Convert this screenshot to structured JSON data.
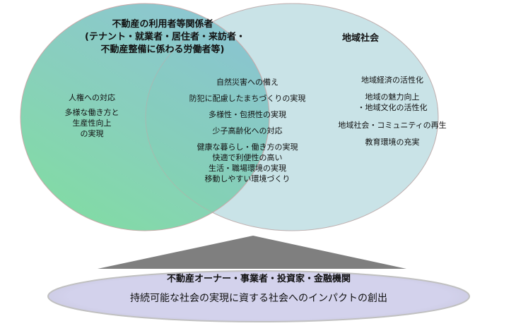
{
  "left_circle": {
    "title_lines": [
      "不動産の利用者等関係者",
      "(テナント・就業者・居住者・来訪者・",
      "不動産整備に係わる労働者等)"
    ],
    "items": [
      "人権への対応",
      "多様な働き方と",
      "生産性向上",
      "の実現"
    ]
  },
  "right_circle": {
    "title": "地域社会",
    "items": [
      "地域経済の活性化",
      "地域の魅力向上",
      "・地域文化の活性化",
      "地域社会・コミュニティの再生",
      "教育環境の充実"
    ]
  },
  "overlap": {
    "items": [
      "自然災害への備え",
      "防犯に配慮したまちづくりの実現",
      "多様性・包摂性の実現",
      "少子高齢化への対応",
      "健康な暮らし・働き方の実現",
      "快適で利便性の高い",
      "生活・職場環境の実現",
      "移動しやすい環境づくり"
    ]
  },
  "base": {
    "title": "不動産オーナー・事業者・投資家・金融機関",
    "subtitle": "持続可能な社会の実現に資する社会へのインパクトの創出"
  },
  "colors": {
    "left_top": "#86c6cc",
    "left_bottom": "#7bd9a0",
    "right": "#c9e3e7",
    "base": "#d3d2ec",
    "triangle": "#7f7f7f"
  }
}
